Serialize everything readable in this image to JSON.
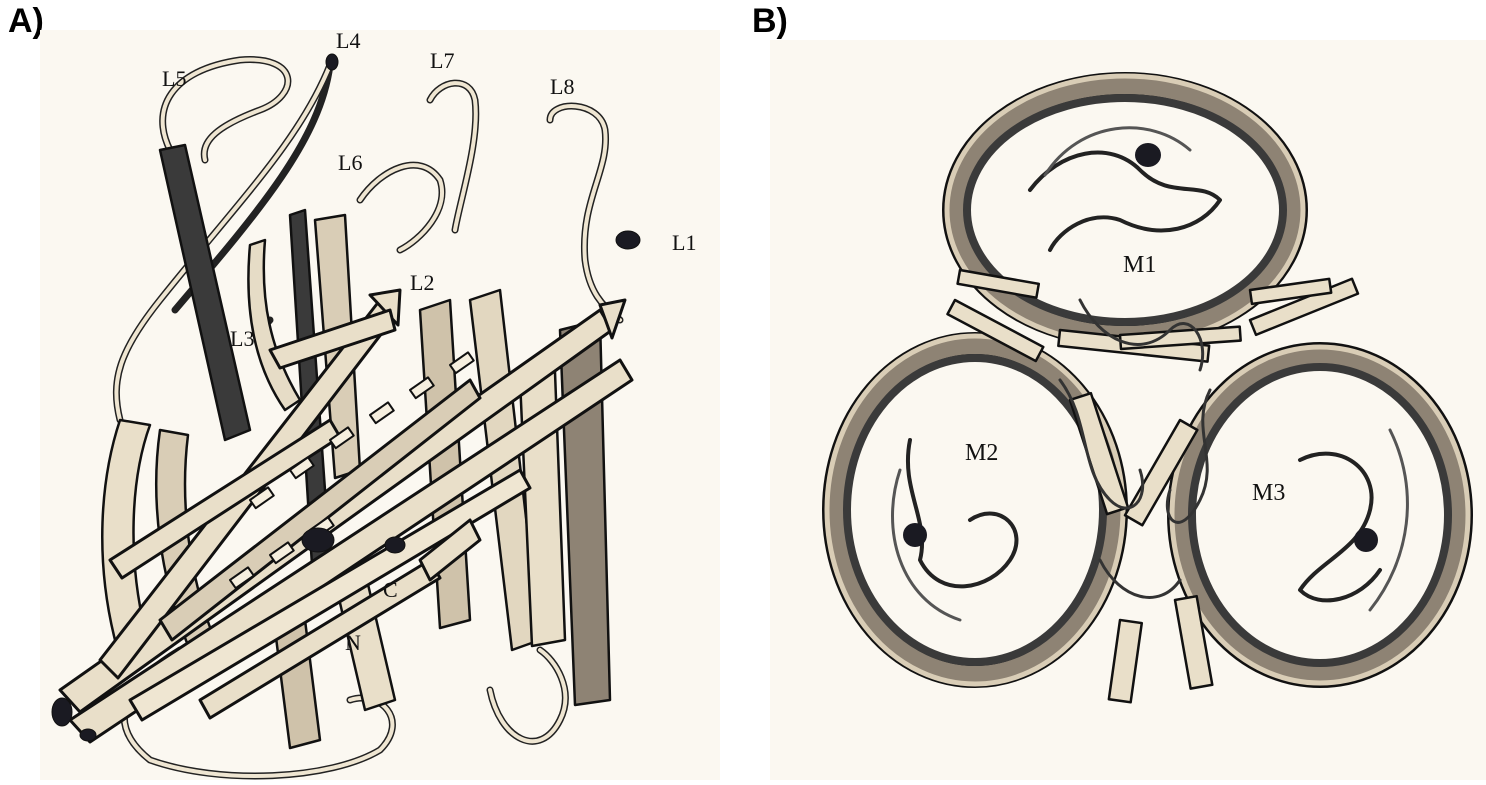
{
  "panels": [
    {
      "id": "A",
      "letter": "A)",
      "labels": {
        "L1": "L1",
        "L2": "L2",
        "L3": "L3",
        "L4": "L4",
        "L5": "L5",
        "L6": "L6",
        "L7": "L7",
        "L8": "L8",
        "N": "N",
        "C": "C"
      }
    },
    {
      "id": "B",
      "letter": "B)",
      "labels": {
        "M1": "M1",
        "M2": "M2",
        "M3": "M3"
      }
    }
  ],
  "colors": {
    "background": "#ffffff",
    "panel_bg": "#fbf8f1",
    "strand_light": "#e9dfc9",
    "strand_mid": "#b8ab98",
    "strand_dark": "#3a3a3a",
    "outline": "#111111"
  }
}
